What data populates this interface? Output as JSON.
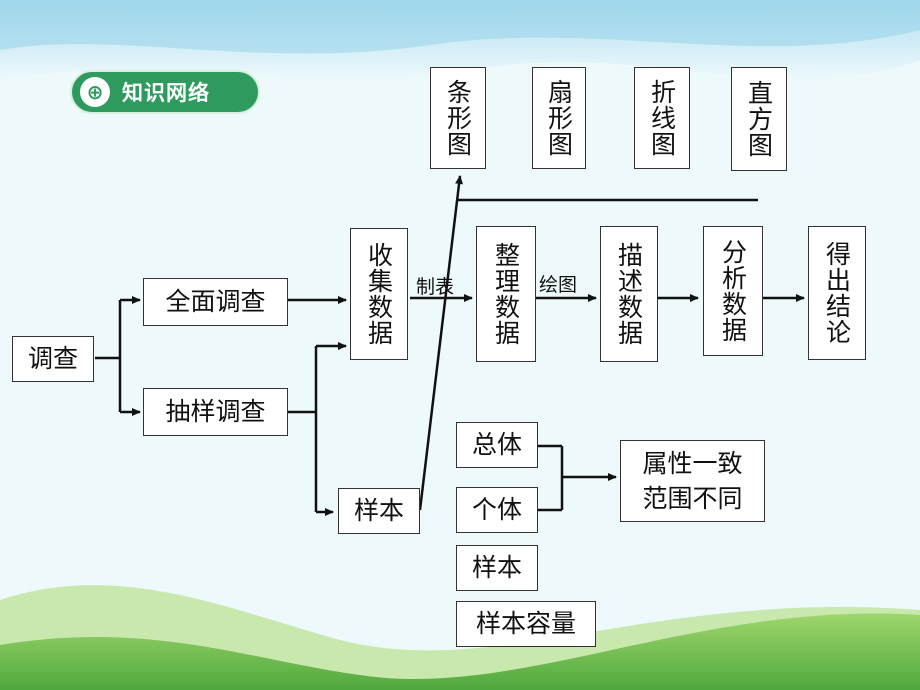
{
  "header": {
    "title": "知识网络"
  },
  "nodes": {
    "survey": "调查",
    "census": "全面调查",
    "sampling": "抽样调查",
    "collect": "收集数据",
    "organize": "整理数据",
    "describe": "描述数据",
    "analyze": "分析数据",
    "conclude": "得出结论",
    "sample": "样本",
    "population": "总体",
    "individual": "个体",
    "sample2": "样本",
    "sample_size": "样本容量",
    "property": "属性一致范围不同",
    "bar_chart": "条形图",
    "pie_chart": "扇形图",
    "line_chart": "折线图",
    "histogram": "直方图"
  },
  "edge_labels": {
    "tabulate": "制表",
    "plot": "绘图"
  },
  "colors": {
    "badge": "#2e9a5e",
    "sky": "#bfe6f2",
    "grass": "#7cc35a"
  }
}
